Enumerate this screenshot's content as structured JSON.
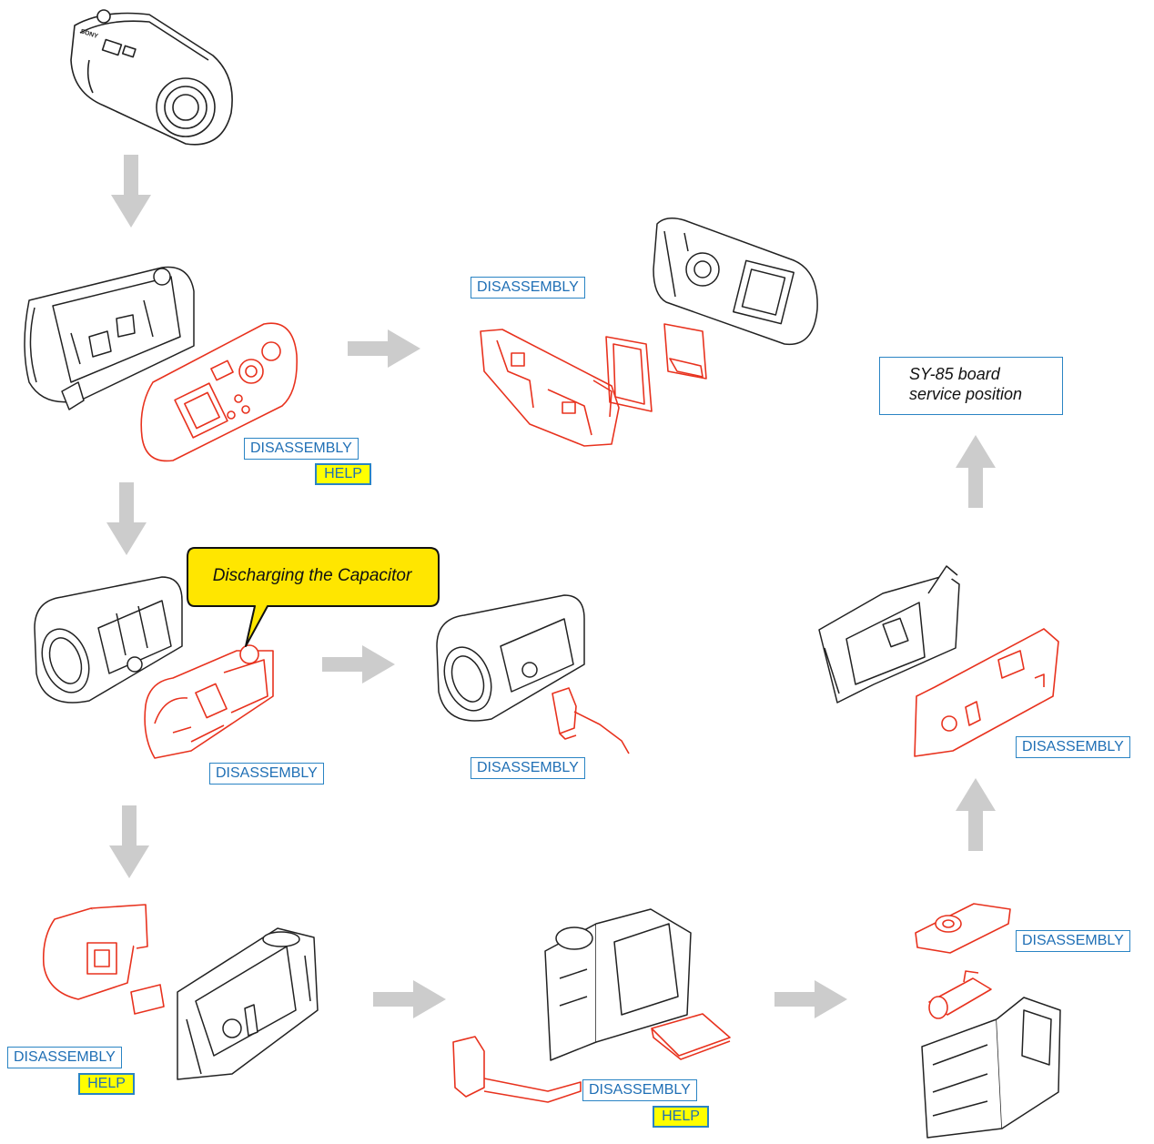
{
  "labels": {
    "disassembly": "DISASSEMBLY",
    "help": "HELP",
    "callout": "Discharging the Capacitor",
    "sy85_line1": "SY-85 board",
    "sy85_line2": "service position"
  },
  "colors": {
    "arrow": "#cccccc",
    "removed_part": "#e8321e",
    "base_part": "#222222",
    "button_border": "#2a84c4",
    "button_text": "#1f6fb5",
    "help_fill": "#ffff00",
    "callout_fill": "#ffe600"
  },
  "icons": {
    "flow_arrow": "flow-arrow-icon",
    "camera": "camera-icon"
  }
}
